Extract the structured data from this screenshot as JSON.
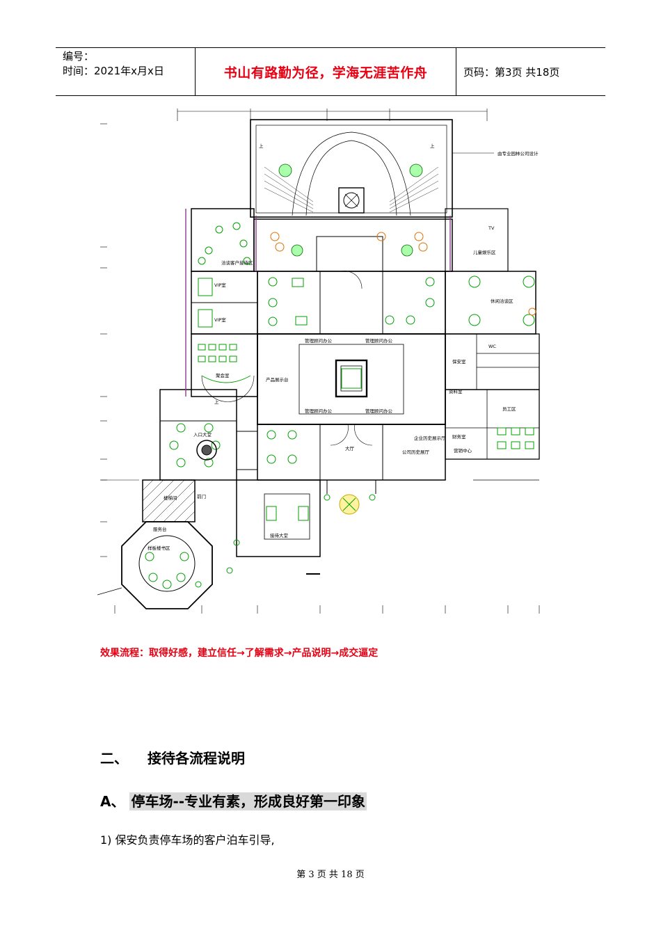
{
  "header": {
    "number_label": "编号：",
    "time_label": "时间：2021年x月x日",
    "motto": "书山有路勤为径，学海无涯苦作舟",
    "page_info": "页码：第3页  共18页"
  },
  "plan": {
    "annotations": {
      "landscape_note": "由专业园林公司设计",
      "up_1": "上",
      "up_2": "上",
      "up_3": "上",
      "tv": "TV",
      "kids_area": "儿童娱乐区",
      "vip1": "VIP室",
      "vip2": "VIP室",
      "negotiate": "洽谈客户接待区",
      "meeting": "聚会室",
      "lounge": "休闲洽谈区",
      "office1": "管理顾问办公",
      "office2": "管理顾问办公",
      "office3": "管理顾问办公",
      "office4": "管理顾问办公",
      "reception": "产品展示台",
      "hall": "大厅",
      "showroom": "企业历史展示厅",
      "history": "公司历史展厅",
      "entry": "入口大堂",
      "lobby": "接待大堂",
      "security": "保安室",
      "stair": "楼梯间",
      "door": "前门",
      "finance": "财务室",
      "wc": "WC",
      "staff": "员工区",
      "service": "服务台",
      "model": "样板楼书区",
      "sales": "营销中心",
      "archive": "资料室"
    }
  },
  "body": {
    "effect_flow": "效果流程：取得好感，建立信任→了解需求→产品说明→成交逼定",
    "section2_num": "二、",
    "section2_title": "接待各流程说明",
    "sectionA_label": "A、",
    "sectionA_title": "停车场--专业有素，形成良好第一印象",
    "item1": "1) 保安负责停车场的客户泊车引导,"
  },
  "footer": {
    "page_text": "第 3 页 共 18 页"
  }
}
